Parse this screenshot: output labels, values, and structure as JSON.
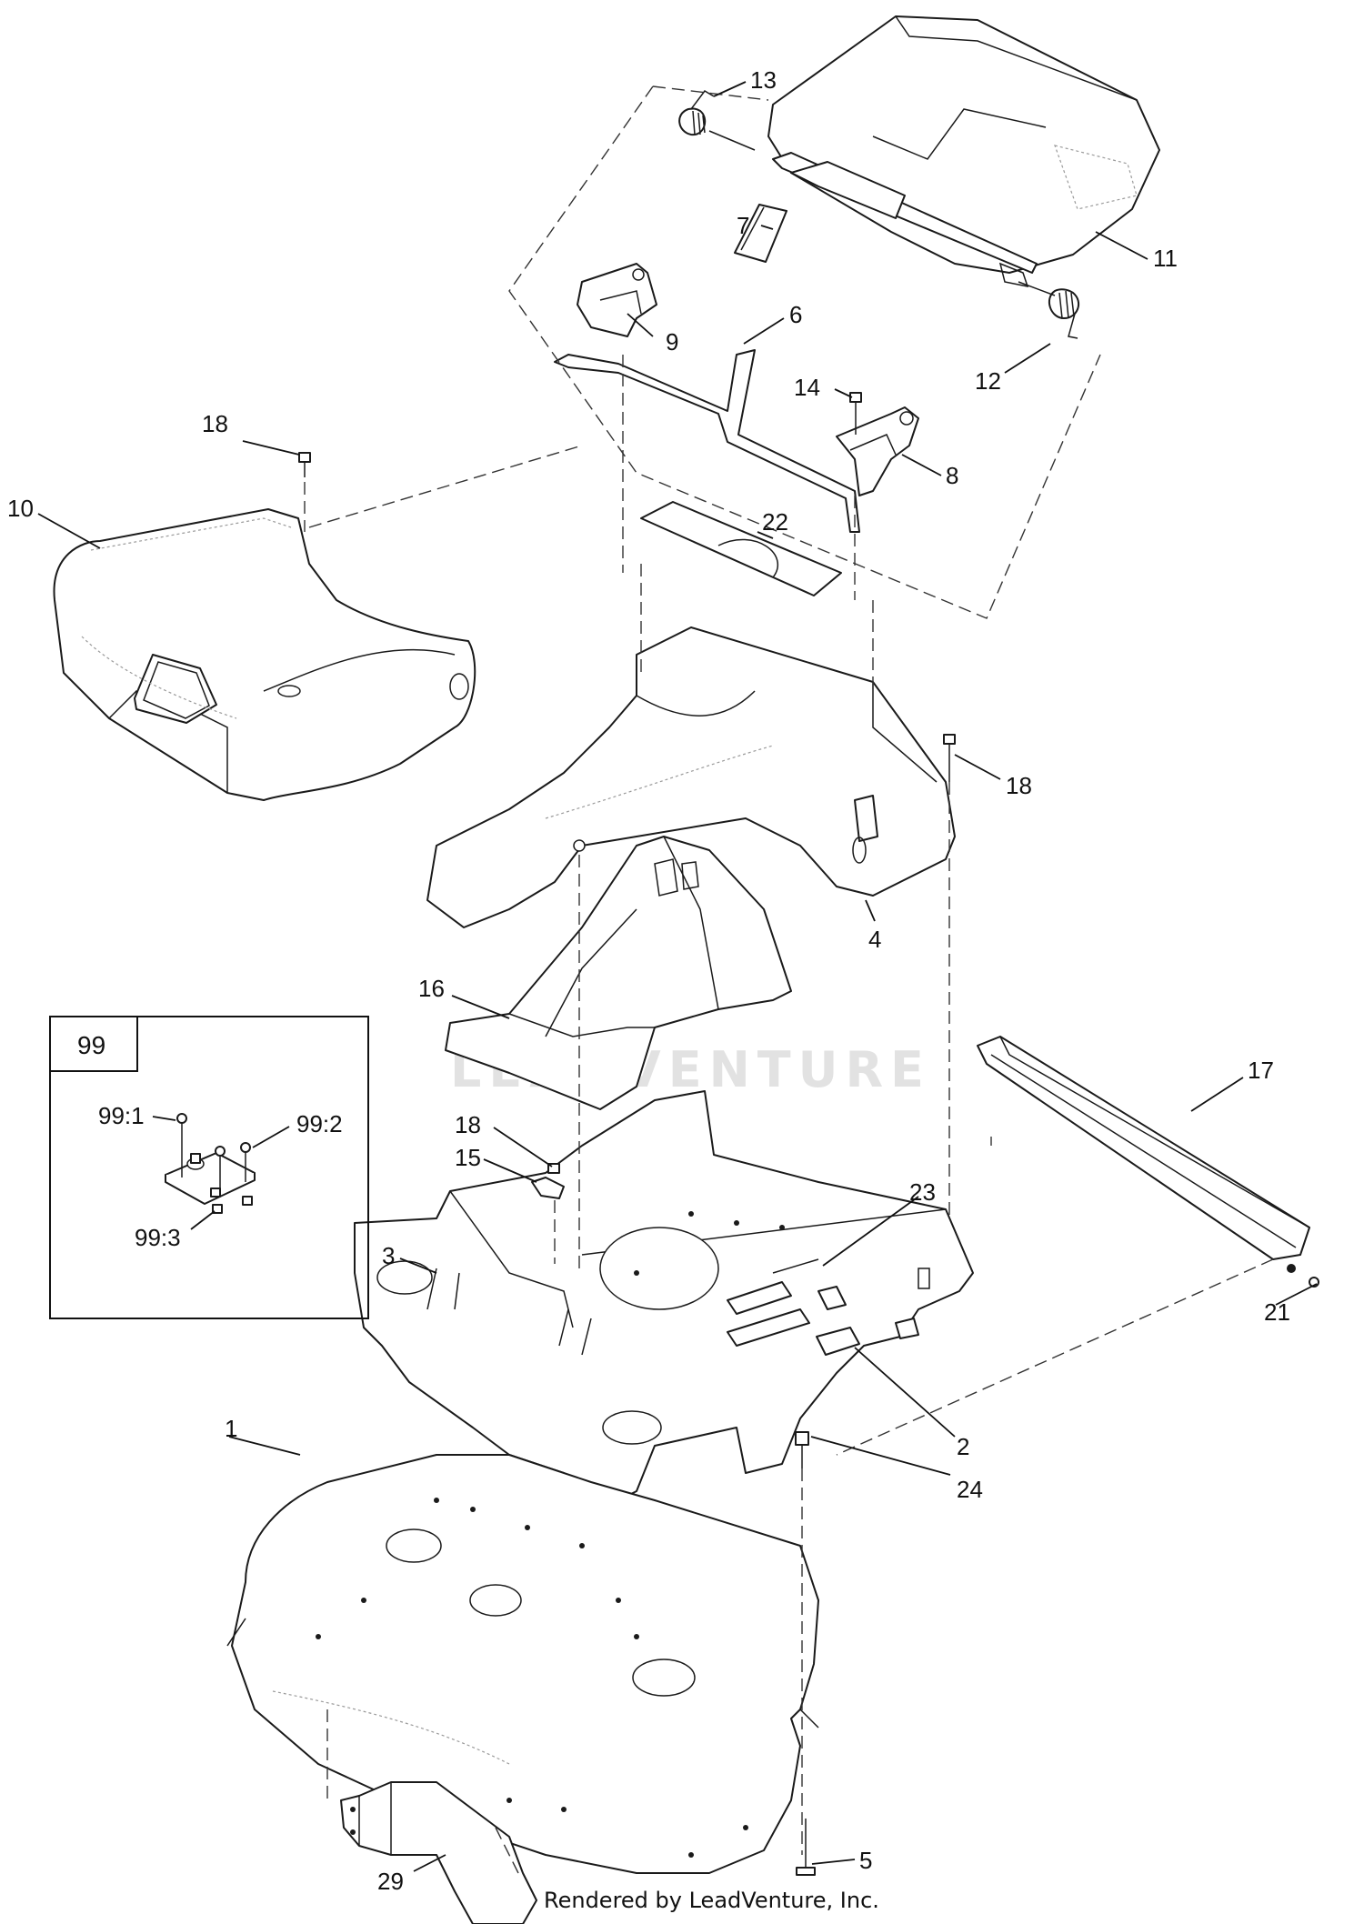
{
  "inset": {
    "title": "99",
    "labels": [
      "99:1",
      "99:2",
      "99:3"
    ]
  },
  "callouts": {
    "c1": "1",
    "c2": "2",
    "c3": "3",
    "c4": "4",
    "c5": "5",
    "c6": "6",
    "c7": "7",
    "c8": "8",
    "c9": "9",
    "c10": "10",
    "c11": "11",
    "c12": "12",
    "c13": "13",
    "c14": "14",
    "c15": "15",
    "c16": "16",
    "c17": "17",
    "c18a": "18",
    "c18b": "18",
    "c18c": "18",
    "c21": "21",
    "c22": "22",
    "c23": "23",
    "c24": "24",
    "c29": "29"
  },
  "watermark": "LEADVENTURE",
  "footer": "Rendered by LeadVenture, Inc."
}
